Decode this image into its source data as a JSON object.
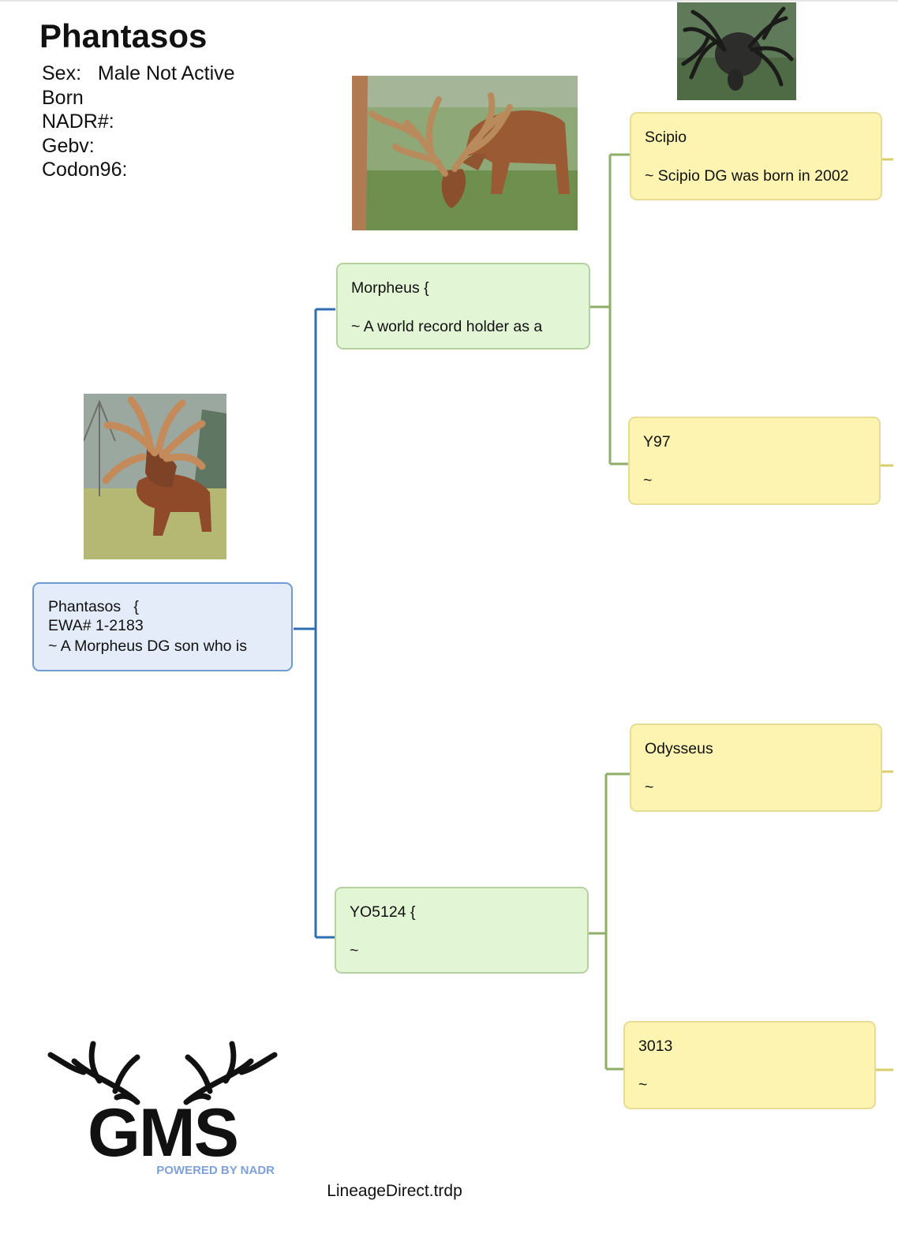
{
  "header": {
    "name": "Phantasos",
    "sex_label": "Sex:",
    "sex_value": "Male Not Active",
    "born_label": "Born",
    "nadr_label": "NADR#:",
    "gebv_label": "Gebv:",
    "codon_label": "Codon96:"
  },
  "subject": {
    "name": "Phantasos   {",
    "id": "EWA# 1-2183",
    "note": "~ A Morpheus DG son who is"
  },
  "sire": {
    "name": "Morpheus {",
    "note": "~ A world record holder as a"
  },
  "dam": {
    "name": "YO5124 {",
    "note": "~"
  },
  "sire_sire": {
    "name": "Scipio",
    "note": "~ Scipio DG was born in 2002"
  },
  "sire_dam": {
    "name": "Y97",
    "note": "~"
  },
  "dam_sire": {
    "name": "Odysseus",
    "note": "~"
  },
  "dam_dam": {
    "name": "3013",
    "note": "~"
  },
  "logo": {
    "text": "GMS",
    "tagline": "POWERED BY NADR"
  },
  "footer": {
    "file": "LineageDirect.trdp"
  },
  "colors": {
    "subject_fill": "#e3ecf8",
    "parent_fill": "#e2f5d5",
    "grandparent_fill": "#fcf4b0",
    "blue_line": "#2f6db3",
    "green_line": "#8fae66"
  }
}
